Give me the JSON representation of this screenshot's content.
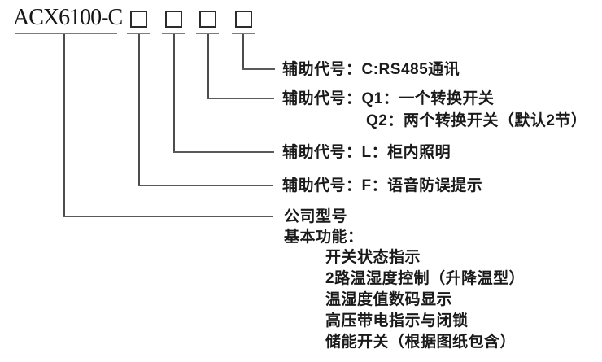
{
  "diagram": {
    "model_code": "ACX6100-C",
    "option_box_count": 4,
    "callouts": {
      "aux_c": "辅助代号：C:RS485通讯",
      "aux_q1": "辅助代号：Q1：一个转换开关",
      "aux_q2": "Q2：两个转换开关（默认2节）",
      "aux_l": "辅助代号：L：柜内照明",
      "aux_f": "辅助代号：F：语音防误提示",
      "company_model": "公司型号",
      "basic_functions_heading": "基本功能：",
      "basic_functions": [
        "开关状态指示",
        "2路温湿度控制（升降温型）",
        "温湿度值数码显示",
        "高压带电指示与闭锁",
        "储能开关（根据图纸包含）"
      ]
    },
    "colors": {
      "background": "#ffffff",
      "text": "#1a1a1a",
      "underline": "#7d7d7d",
      "connector_vertical": "#4c4c4c",
      "connector_horizontal": "#5a5a5a",
      "box_border": "#2b2b2b"
    }
  }
}
